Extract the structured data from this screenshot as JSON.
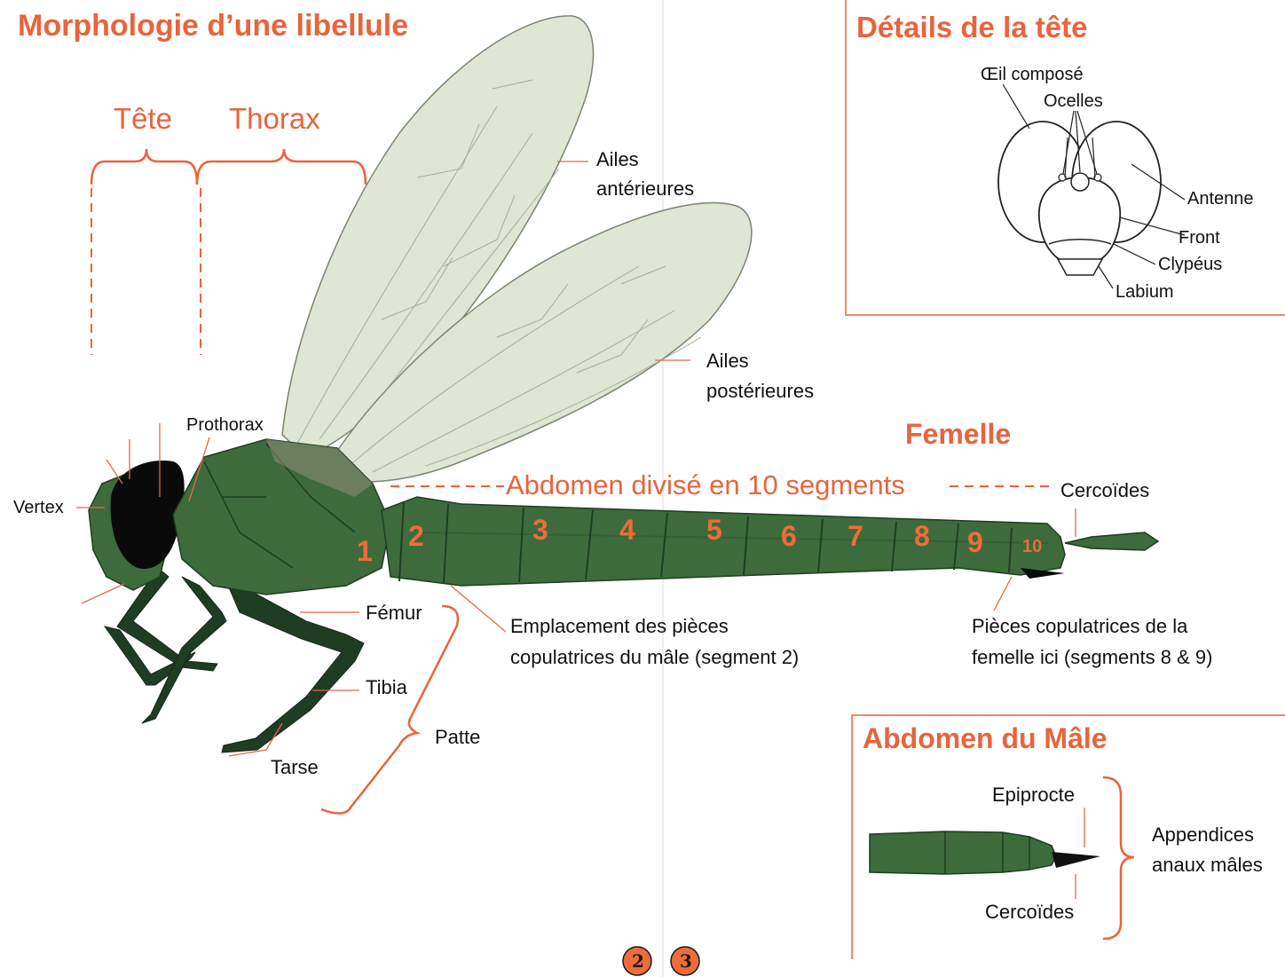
{
  "title": "Morphologie d’une libellule",
  "regions": {
    "head": "Tête",
    "thorax": "Thorax"
  },
  "labels": {
    "prothorax": "Prothorax",
    "vertex": "Vertex",
    "ailes_anterieures_1": "Ailes",
    "ailes_anterieures_2": "antérieures",
    "ailes_posterieures_1": "Ailes",
    "ailes_posterieures_2": "postérieures",
    "femelle": "Femelle",
    "abdomen": "Abdomen divisé en 10 segments",
    "cercoides": "Cercoïdes",
    "femur": "Fémur",
    "tibia": "Tibia",
    "tarse": "Tarse",
    "patte": "Patte",
    "male_organs_1": "Emplacement des pièces",
    "male_organs_2": "copulatrices du mâle (segment 2)",
    "female_organs_1": "Pièces copulatrices de la",
    "female_organs_2": "femelle ici (segments 8 & 9)"
  },
  "segments": [
    "1",
    "2",
    "3",
    "4",
    "5",
    "6",
    "7",
    "8",
    "9",
    "10"
  ],
  "head_panel": {
    "title": "Détails de la tête",
    "oeil": "Œil composé",
    "ocelles": "Ocelles",
    "antenne": "Antenne",
    "front": "Front",
    "clypeus": "Clypéus",
    "labium": "Labium"
  },
  "male_panel": {
    "title": "Abdomen du Mâle",
    "epiprocte": "Epiprocte",
    "cercoides": "Cercoïdes",
    "appendices_1": "Appendices",
    "appendices_2": "anaux mâles"
  },
  "page_numbers": [
    "2",
    "3"
  ],
  "colors": {
    "accent": "#e8643c",
    "body_green": "#3e6b3c",
    "dark_green": "#1f3d22",
    "wing": "#dfe6d4"
  }
}
